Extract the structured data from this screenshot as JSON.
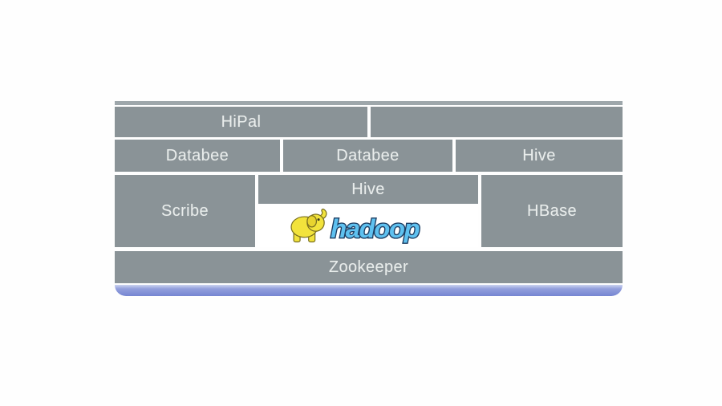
{
  "diagram": {
    "title": "hadoop-stack-architecture",
    "boxes": {
      "hipal": "HiPal",
      "top_right": "",
      "databee_left": "Databee",
      "databee_mid": "Databee",
      "hive_top": "Hive",
      "scribe": "Scribe",
      "hive_mid": "Hive",
      "hbase": "HBase",
      "zookeeper": "Zookeeper"
    },
    "hadoop_logo": {
      "text": "hadoop",
      "icon": "hadoop-elephant-icon"
    },
    "colors": {
      "box_gray": "#8a9397",
      "top_strip_gray": "#9ea7ab",
      "label_text": "#e9edec",
      "background": "#fefefe",
      "bottom_bar_blue": "#7585d2",
      "bottom_bar_blue_light": "#ccd3f0",
      "hadoop_text_blue": "#5ec1f0",
      "hadoop_outline_navy": "#17395f",
      "elephant_yellow": "#f2e33c"
    }
  }
}
